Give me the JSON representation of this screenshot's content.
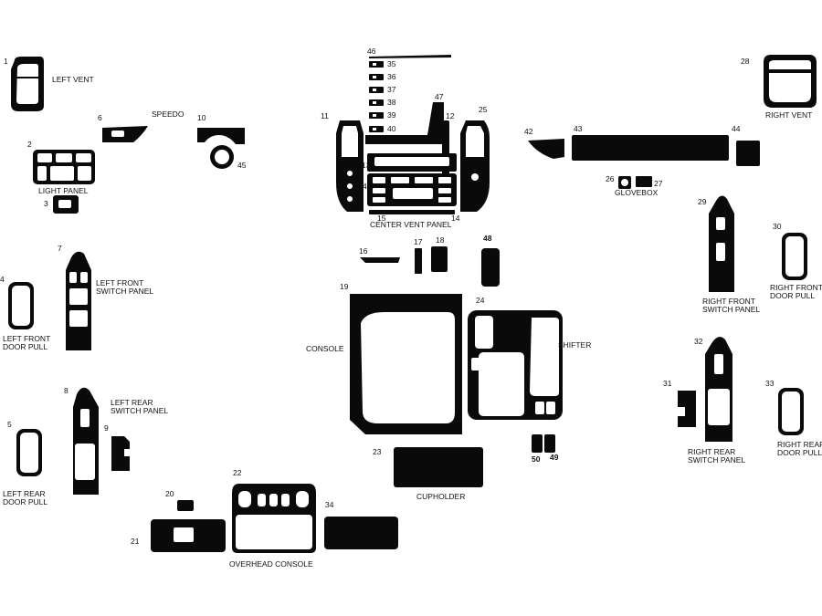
{
  "colors": {
    "piece": "#0a0a0a",
    "cutout": "#ffffff",
    "background": "#ffffff"
  },
  "labels": {
    "left_vent": "LEFT VENT",
    "speedo": "SPEEDO",
    "light_panel": "LIGHT PANEL",
    "left_front_switch_panel_1": "LEFT FRONT",
    "left_front_switch_panel_2": "SWITCH PANEL",
    "left_front_door_pull_1": "LEFT FRONT",
    "left_front_door_pull_2": "DOOR PULL",
    "left_rear_switch_panel_1": "LEFT REAR",
    "left_rear_switch_panel_2": "SWITCH PANEL",
    "left_rear_door_pull_1": "LEFT REAR",
    "left_rear_door_pull_2": "DOOR PULL",
    "overhead_console": "OVERHEAD CONSOLE",
    "center_vent_panel": "CENTER VENT PANEL",
    "console": "CONSOLE",
    "shifter": "SHIFTER",
    "cupholder": "CUPHOLDER",
    "glovebox": "GLOVEBOX",
    "right_vent": "RIGHT VENT",
    "right_front_switch_panel_1": "RIGHT FRONT",
    "right_front_switch_panel_2": "SWITCH PANEL",
    "right_front_door_pull_1": "RIGHT FRONT",
    "right_front_door_pull_2": "DOOR PULL",
    "right_rear_switch_panel_1": "RIGHT REAR",
    "right_rear_switch_panel_2": "SWITCH PANEL",
    "right_rear_door_pull_1": "RIGHT REAR",
    "right_rear_door_pull_2": "DOOR PULL"
  },
  "numbers": {
    "n1": "1",
    "n2": "2",
    "n3": "3",
    "n4": "4",
    "n5": "5",
    "n6": "6",
    "n7": "7",
    "n8": "8",
    "n9": "9",
    "n10": "10",
    "n11": "11",
    "n12": "12",
    "n13": "13",
    "n14": "14",
    "n15": "15",
    "n16": "16",
    "n17": "17",
    "n18": "18",
    "n19": "19",
    "n20": "20",
    "n21": "21",
    "n22": "22",
    "n23": "23",
    "n24": "24",
    "n25": "25",
    "n26": "26",
    "n27": "27",
    "n28": "28",
    "n29": "29",
    "n30": "30",
    "n31": "31",
    "n32": "32",
    "n33": "33",
    "n34": "34",
    "n35": "35",
    "n36": "36",
    "n37": "37",
    "n38": "38",
    "n39": "39",
    "n40": "40",
    "n41": "41",
    "n42": "42",
    "n43": "43",
    "n44": "44",
    "n45": "45",
    "n46": "46",
    "n47": "47",
    "n48": "48",
    "n49": "49",
    "n50": "50"
  }
}
